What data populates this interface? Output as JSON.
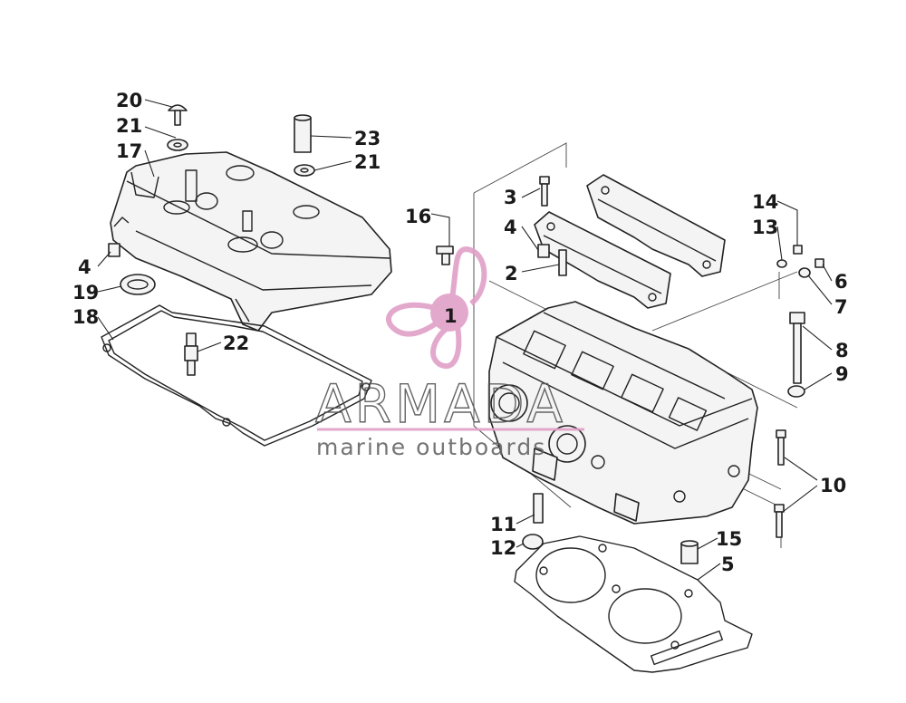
{
  "watermark": {
    "brand": "ARMADA",
    "tagline": "marine outboards",
    "accent_color": "#e0a0c8"
  },
  "callouts": [
    {
      "id": "1",
      "text": "1"
    },
    {
      "id": "2",
      "text": "2"
    },
    {
      "id": "3",
      "text": "3"
    },
    {
      "id": "4a",
      "text": "4"
    },
    {
      "id": "4b",
      "text": "4"
    },
    {
      "id": "5",
      "text": "5"
    },
    {
      "id": "6",
      "text": "6"
    },
    {
      "id": "7",
      "text": "7"
    },
    {
      "id": "8",
      "text": "8"
    },
    {
      "id": "9",
      "text": "9"
    },
    {
      "id": "10",
      "text": "10"
    },
    {
      "id": "11",
      "text": "11"
    },
    {
      "id": "12",
      "text": "12"
    },
    {
      "id": "13",
      "text": "13"
    },
    {
      "id": "14",
      "text": "14"
    },
    {
      "id": "15",
      "text": "15"
    },
    {
      "id": "16",
      "text": "16"
    },
    {
      "id": "17",
      "text": "17"
    },
    {
      "id": "18",
      "text": "18"
    },
    {
      "id": "19",
      "text": "19"
    },
    {
      "id": "20",
      "text": "20"
    },
    {
      "id": "21a",
      "text": "21"
    },
    {
      "id": "21b",
      "text": "21"
    },
    {
      "id": "22",
      "text": "22"
    },
    {
      "id": "23",
      "text": "23"
    }
  ]
}
